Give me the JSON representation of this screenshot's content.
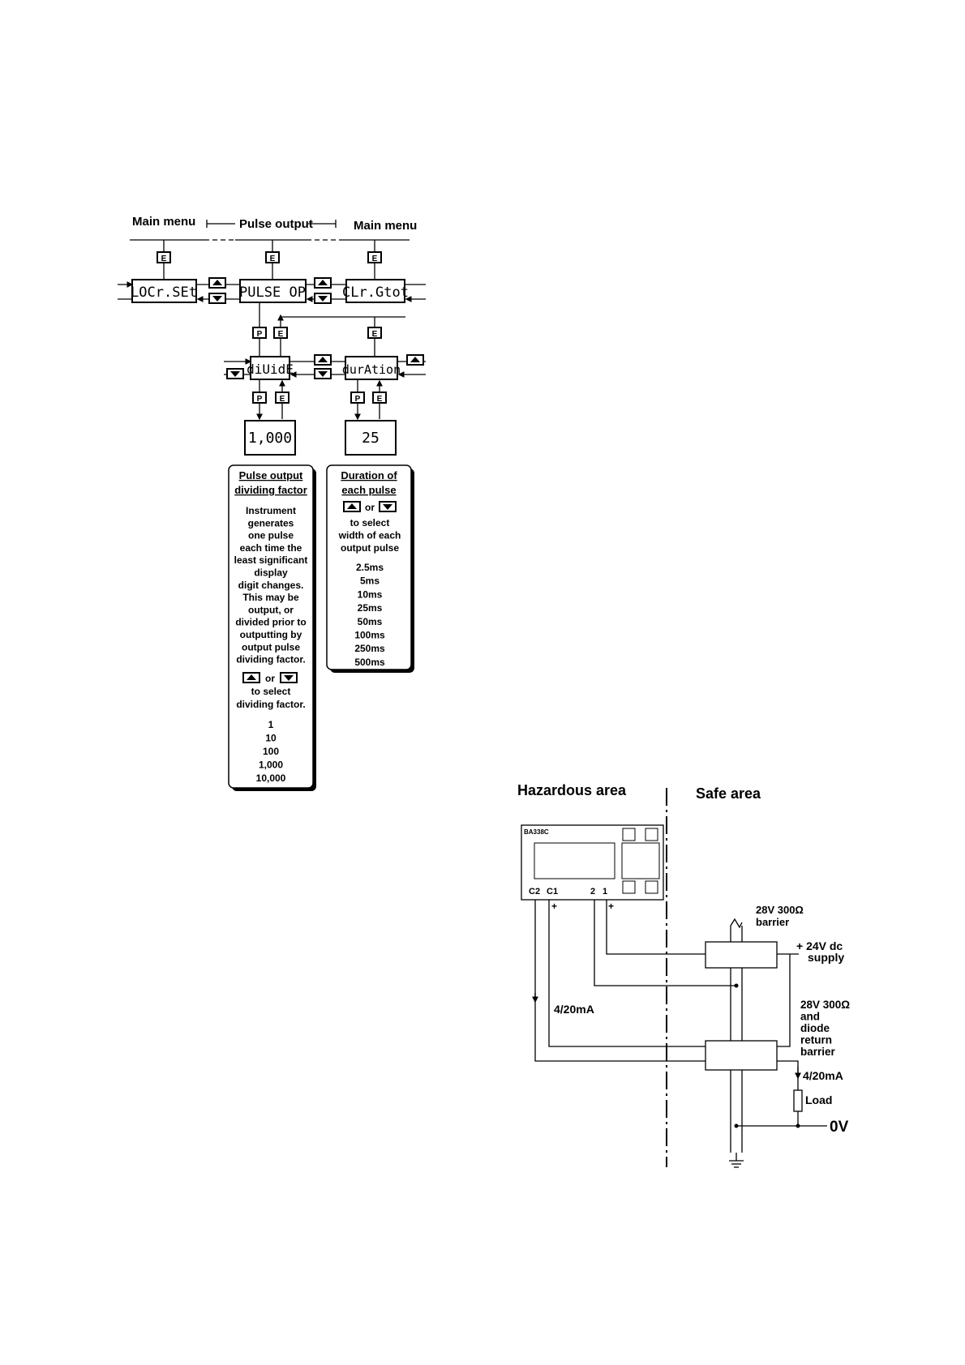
{
  "menu": {
    "main_menu_left": "Main menu",
    "pulse_output": "Pulse output",
    "main_menu_right": "Main menu",
    "locr_set": "LOCr.SEt",
    "pulse_op": "PULSE OP",
    "clr_gtot": "CLr.Gtot",
    "divide": "diUidE",
    "duration": "durAtion",
    "divide_value": "1,000",
    "duration_value": "25",
    "key_e": "E",
    "key_p": "P",
    "or_word": "or"
  },
  "divide_panel": {
    "title_line1": "Pulse output",
    "title_line2": "dividing factor",
    "desc_lines": [
      "Instrument",
      "generates",
      "one pulse",
      "each time the",
      "least significant",
      "display",
      "digit changes.",
      "This may be",
      "output, or",
      "divided prior to",
      "outputting by",
      "output pulse",
      "dividing factor."
    ],
    "select_lines": [
      "to select",
      "dividing factor."
    ],
    "options": [
      "1",
      "10",
      "100",
      "1,000",
      "10,000"
    ]
  },
  "duration_panel": {
    "title_line1": "Duration of",
    "title_line2": "each pulse",
    "select_lines": [
      "to select",
      "width of each",
      "output pulse"
    ],
    "options": [
      "2.5ms",
      "5ms",
      "10ms",
      "25ms",
      "50ms",
      "100ms",
      "250ms",
      "500ms"
    ]
  },
  "wiring": {
    "hazardous_area": "Hazardous area",
    "safe_area": "Safe area",
    "device_model": "BA338C",
    "term_c2": "C2",
    "term_c1": "C1",
    "term_2": "2",
    "term_1": "1",
    "plus": "+",
    "barrier1_line1": "28V 300Ω",
    "barrier1_line2": "barrier",
    "supply_line1": "+ 24V dc",
    "supply_line2": "supply",
    "barrier2_lines": [
      "28V 300Ω",
      "and",
      "diode",
      "return",
      "barrier"
    ],
    "current_left": "4/20mA",
    "current_right": "4/20mA",
    "load": "Load",
    "zero_v": "0V"
  }
}
